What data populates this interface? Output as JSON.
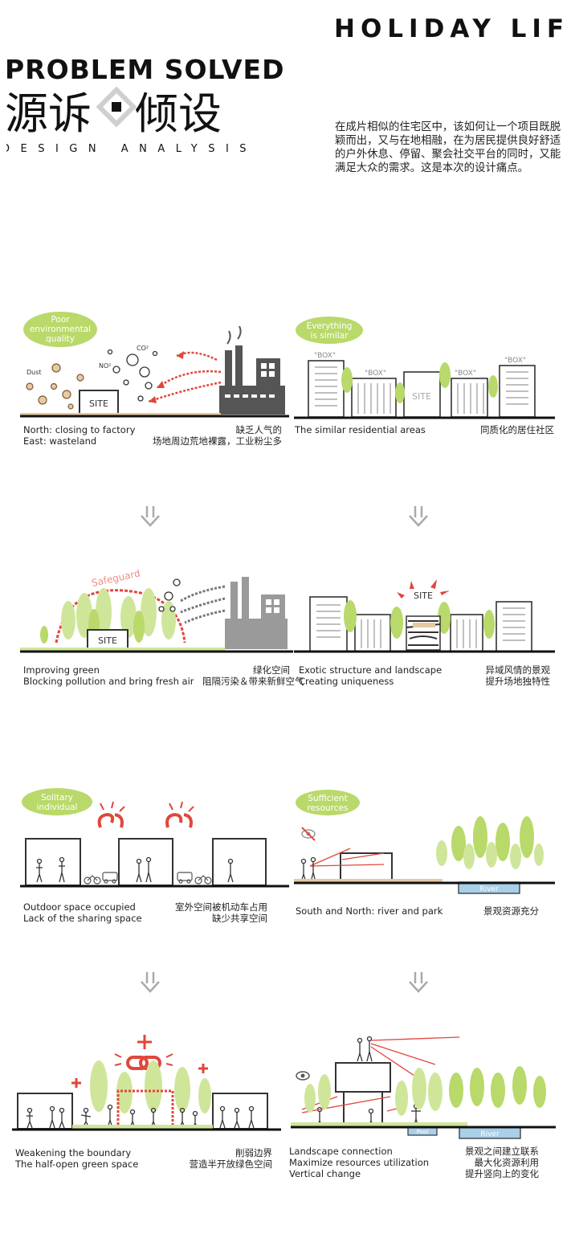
{
  "header": {
    "en_title": "PROBLEM SOLVED",
    "cn_title_left": "源诉",
    "cn_title_right": "倾设",
    "sub_title": "DESIGN ANALYSIS",
    "holiday": "HOLIDAY LIFE",
    "intro": "在成片相似的住宅区中，该如何让一个项目既脱颖而出，又与在地相融，在为居民提供良好舒适的户外休息、停留、聚会社交平台的同时，又能满足大众的需求。这是本次的设计痛点。"
  },
  "panels": {
    "p1": {
      "bubble_l1": "Poor",
      "bubble_l2": "environmental",
      "bubble_l3": "quality",
      "dust": "Dust",
      "no2": "NO²",
      "co2": "CO²",
      "site": "SITE",
      "en1": "North: closing to factory",
      "en2": "East: wasteland",
      "cn1": "缺乏人气的",
      "cn2": "场地周边荒地裸露，工业粉尘多"
    },
    "p2": {
      "bubble_l1": "Everything",
      "bubble_l2": "is similar",
      "box": "\"BOX\"",
      "site": "SITE",
      "en1": "The similar residential areas",
      "cn1": "同质化的居住社区"
    },
    "p3": {
      "safeguard": "Safeguard",
      "site": "SITE",
      "en1": "Improving green",
      "en2": "Blocking pollution and bring fresh air",
      "cn1": "绿化空间",
      "cn2": "阻隔污染＆带来新鲜空气"
    },
    "p4": {
      "site": "SITE",
      "en1": "Exotic structure and landscape",
      "en2": "Creating uniqueness",
      "cn1": "异域风情的景观",
      "cn2": "提升场地独特性"
    },
    "p5": {
      "bubble_l1": "Solitary",
      "bubble_l2": "individual",
      "en1": "Outdoor space occupied",
      "en2": "Lack of the sharing space",
      "cn1": "室外空间被机动车占用",
      "cn2": "缺少共享空间"
    },
    "p6": {
      "bubble_l1": "Sufficient",
      "bubble_l2": "resources",
      "river": "River",
      "en1": "South and North: river and park",
      "cn1": "景观资源充分"
    },
    "p7": {
      "en1": "Weakening the boundary",
      "en2": "The half-open green space",
      "cn1": "削弱边界",
      "cn2": "营造半开放绿色空间"
    },
    "p8": {
      "pool": "Pool",
      "river": "River",
      "en1": "Landscape connection",
      "en2": "Maximize  resources utilization",
      "en3": "Vertical change",
      "cn1": "景观之间建立联系",
      "cn2": "最大化资源利用",
      "cn3": "提升竖向上的变化"
    }
  },
  "colors": {
    "green": "#b9d96a",
    "light_green": "#cfe69a",
    "red": "#e0473b",
    "gray": "#777777",
    "sand": "#e6c9a0"
  }
}
